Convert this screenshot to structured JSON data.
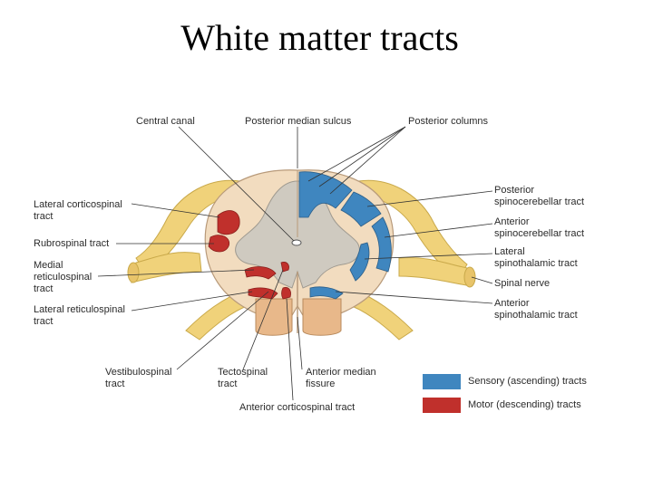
{
  "title": "White matter tracts",
  "labels": {
    "central_canal": "Central canal",
    "posterior_median_sulcus": "Posterior median sulcus",
    "posterior_columns": "Posterior columns",
    "lateral_corticospinal": "Lateral corticospinal\ntract",
    "rubrospinal": "Rubrospinal tract",
    "medial_reticulospinal": "Medial\nreticulospinal\ntract",
    "lateral_reticulospinal": "Lateral reticulospinal\ntract",
    "vestibulospinal": "Vestibulospinal\ntract",
    "tectospinal": "Tectospinal\ntract",
    "anterior_median_fissure": "Anterior median\nfissure",
    "anterior_corticospinal": "Anterior corticospinal tract",
    "posterior_spinocerebellar": "Posterior\nspinocerebellar tract",
    "anterior_spinocerebellar": "Anterior\nspinocerebellar tract",
    "lateral_spinothalamic": "Lateral\nspinothalamic tract",
    "spinal_nerve": "Spinal nerve",
    "anterior_spinothalamic": "Anterior\nspinothalamic tract"
  },
  "legend": [
    {
      "label": "Sensory (ascending) tracts",
      "color": "#3f86bf"
    },
    {
      "label": "Motor (descending) tracts",
      "color": "#c0302c"
    }
  ],
  "colors": {
    "sensory": "#3f86bf",
    "motor": "#c0302c",
    "white_matter": "#f2dcbf",
    "gray_matter": "#cfcac0",
    "nerve_roots": "#f0d27a"
  }
}
